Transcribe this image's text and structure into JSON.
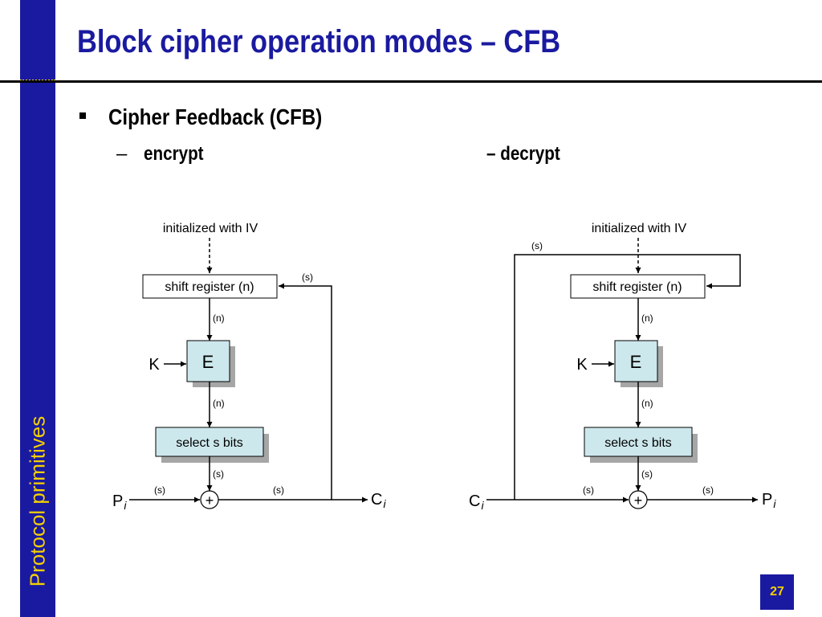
{
  "slide": {
    "title": "Block cipher operation modes – CFB",
    "sidebar_label": "Protocol primitives",
    "page_number": "27"
  },
  "content": {
    "bullet": "Cipher Feedback (CFB)",
    "sub_dash": "–",
    "encrypt_label": "encrypt",
    "decrypt_label": "– decrypt"
  },
  "encrypt": {
    "iv_label": "initialized with IV",
    "shift_register": "shift register (n)",
    "cipher_box": "E",
    "key": "K",
    "select_box": "select s bits",
    "xor": "+",
    "input_main": "P",
    "input_sub": "i",
    "output_main": "C",
    "output_sub": "i",
    "label_feedback_s": "(s)",
    "label_n_top": "(n)",
    "label_n_bottom": "(n)",
    "label_s_select": "(s)",
    "label_s_input": "(s)",
    "label_s_output": "(s)"
  },
  "decrypt": {
    "iv_label": "initialized with IV",
    "shift_register": "shift register (n)",
    "cipher_box": "E",
    "key": "K",
    "select_box": "select s bits",
    "xor": "+",
    "input_main": "C",
    "input_sub": "i",
    "output_main": "P",
    "output_sub": "i",
    "label_feedback_s": "(s)",
    "label_n_top": "(n)",
    "label_n_bottom": "(n)",
    "label_s_select": "(s)",
    "label_s_input": "(s)",
    "label_s_output": "(s)"
  },
  "colors": {
    "sidebar": "#1a1aa0",
    "accent_text": "#f5d000",
    "box_fill": "#cde8ec",
    "box_shadow": "#a6a6a6"
  }
}
